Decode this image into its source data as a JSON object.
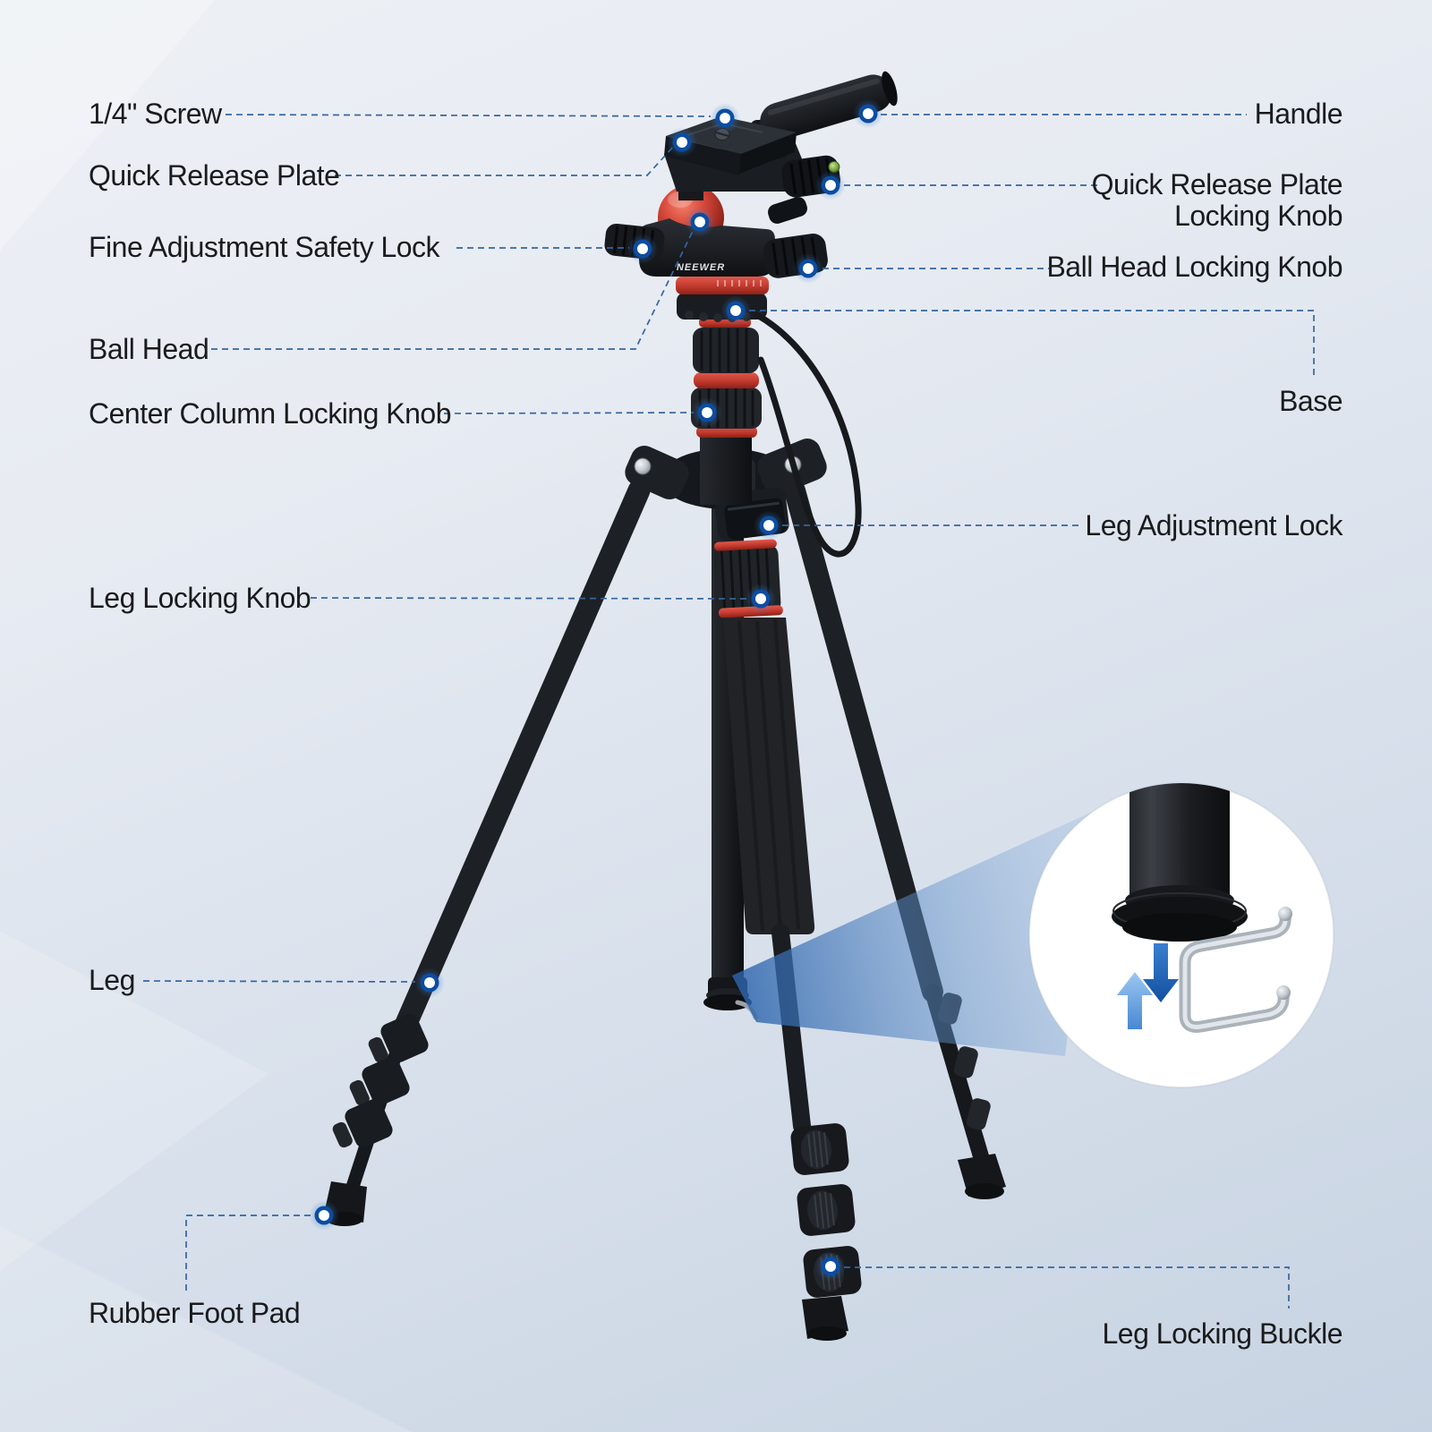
{
  "product": {
    "brand": "NEEWER"
  },
  "callouts": {
    "left": [
      {
        "id": "quarter-screw",
        "label": "1/4\" Screw"
      },
      {
        "id": "quick-release-plate",
        "label": "Quick Release Plate"
      },
      {
        "id": "fine-adjustment-safety-lock",
        "label": "Fine Adjustment Safety Lock"
      },
      {
        "id": "ball-head",
        "label": "Ball Head"
      },
      {
        "id": "center-column-locking-knob",
        "label": "Center Column Locking Knob"
      },
      {
        "id": "leg-locking-knob",
        "label": "Leg Locking Knob"
      },
      {
        "id": "leg",
        "label": "Leg"
      },
      {
        "id": "rubber-foot-pad",
        "label": "Rubber Foot Pad"
      }
    ],
    "right": [
      {
        "id": "handle",
        "label": "Handle"
      },
      {
        "id": "quick-release-plate-locking-knob",
        "label": "Quick Release Plate Locking Knob",
        "lines": [
          "Quick Release Plate",
          "Locking Knob"
        ]
      },
      {
        "id": "ball-head-locking-knob",
        "label": "Ball Head Locking Knob"
      },
      {
        "id": "base",
        "label": "Base"
      },
      {
        "id": "leg-adjustment-lock",
        "label": "Leg Adjustment Lock"
      },
      {
        "id": "leg-locking-buckle",
        "label": "Leg Locking Buckle"
      }
    ]
  },
  "inset": {
    "subject": "center-column-hook",
    "icons": [
      "up-arrow-icon",
      "down-arrow-icon",
      "hook-icon"
    ]
  },
  "colors": {
    "accent_red": "#c0392e",
    "marker_ring_blue": "#0b4da2",
    "marker_glow_blue": "#3b82d8",
    "leader_line_blue": "#35659f",
    "beam_blue": "#3f7cc4",
    "background_top": "#edf0f5",
    "background_bottom": "#c7d3e2",
    "inset_background": "#ffffff",
    "metal_silver": "#c2c9d0",
    "label_text": "#1a1b1d"
  }
}
